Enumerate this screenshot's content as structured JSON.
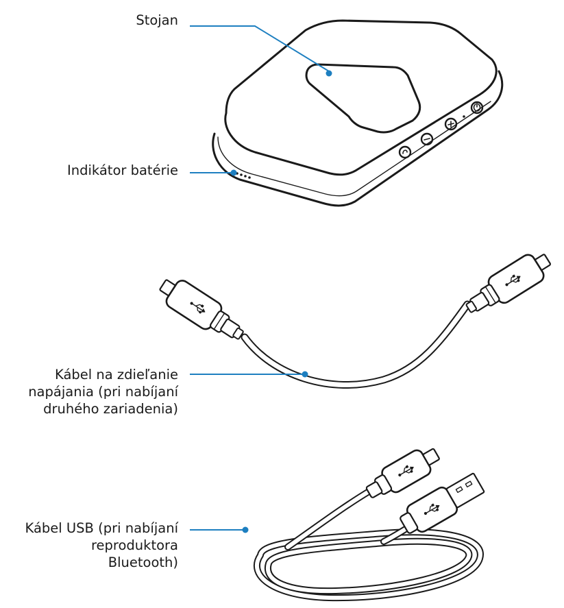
{
  "callouts": {
    "stand": {
      "text": "Stojan"
    },
    "battery_indicator": {
      "text": "Indikátor batérie"
    },
    "power_sharing_cable": {
      "lines": [
        "Kábel na zdieľanie",
        "napájania (pri nabíjaní",
        "druhého zariadenia)"
      ]
    },
    "usb_cable": {
      "lines": [
        "Kábel USB (pri nabíjaní",
        "reproduktora",
        "Bluetooth)"
      ]
    }
  },
  "colors": {
    "leader": "#1d7fc0",
    "outline": "#1a1a1a",
    "text": "#1a1a1a"
  }
}
